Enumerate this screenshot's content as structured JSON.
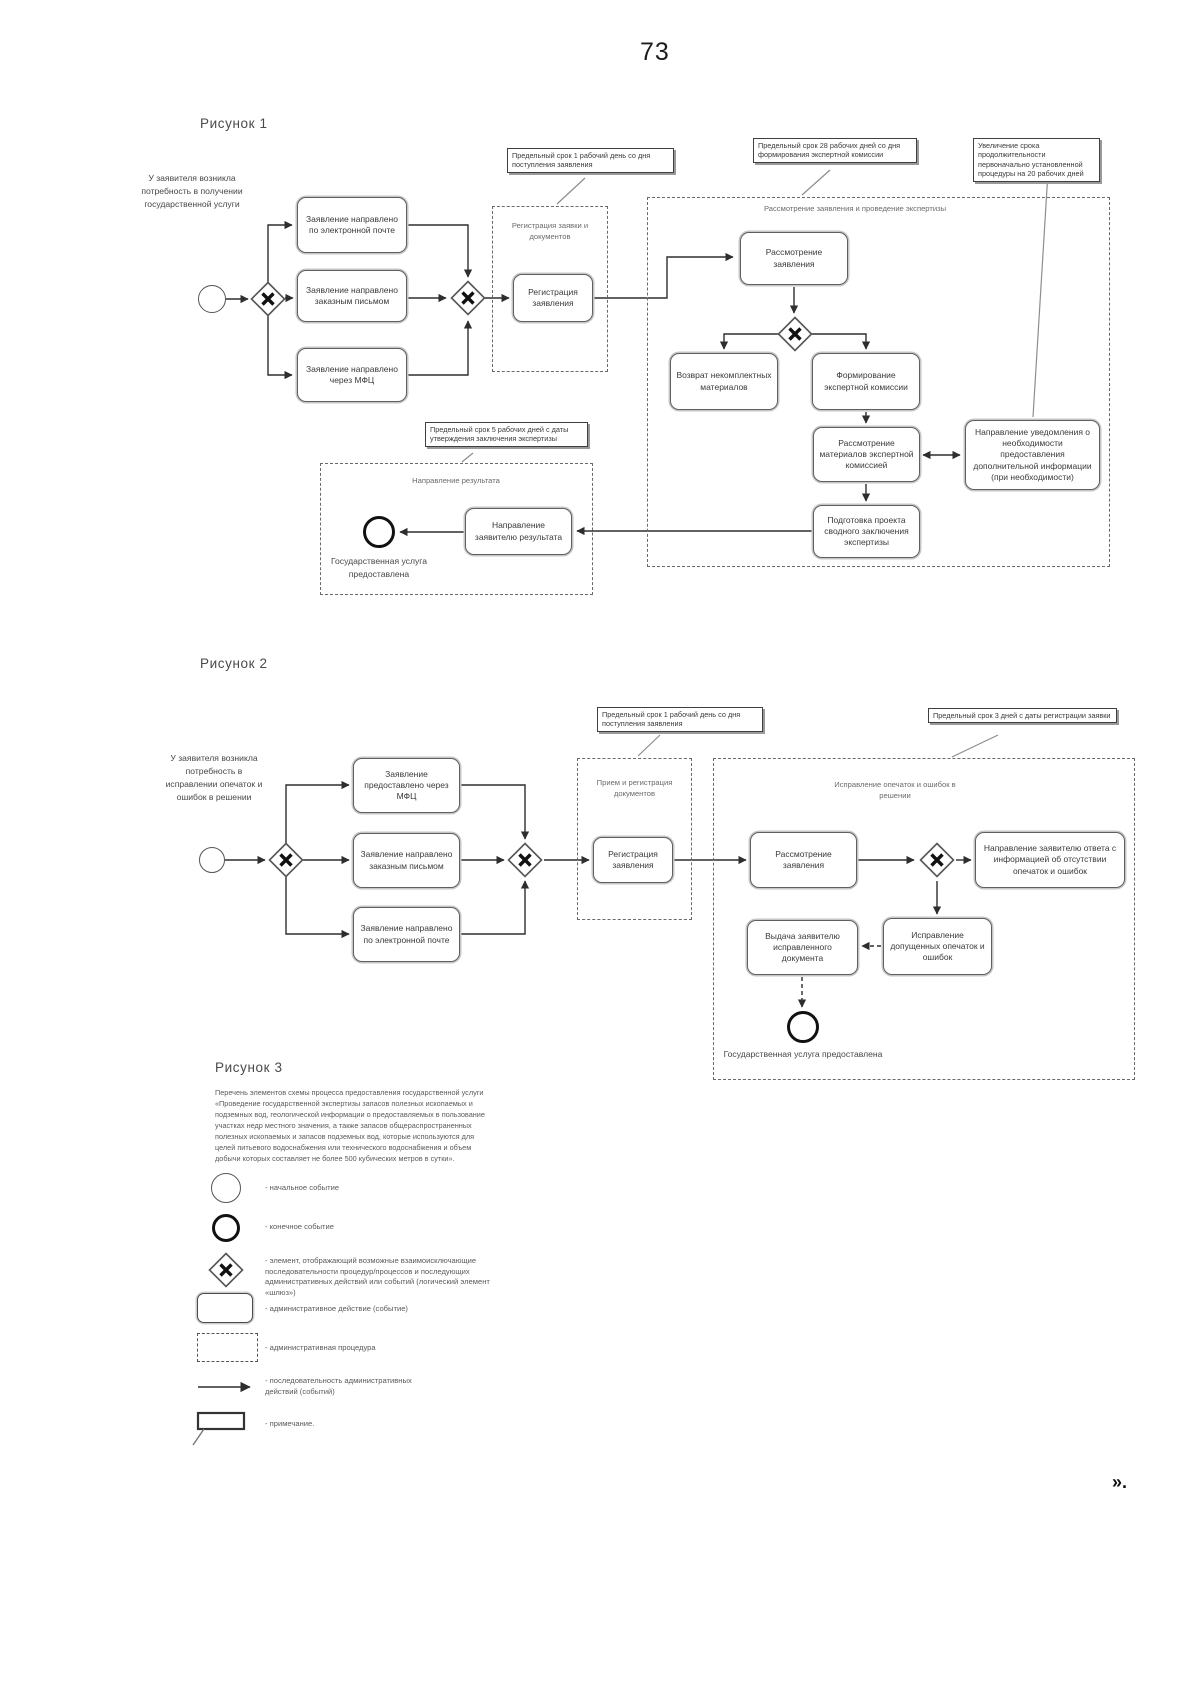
{
  "page": {
    "number": "73",
    "trailing_mark": "»."
  },
  "figure1": {
    "title": "Рисунок 1",
    "actor_note": "У заявителя возникла потребность в получении государственной услуги",
    "tasks": {
      "email": "Заявление направлено по электронной почте",
      "mail": "Заявление направлено заказным письмом",
      "mfc": "Заявление направлено через МФЦ",
      "registration": "Регистрация заявления",
      "review": "Рассмотрение заявления",
      "return_materials": "Возврат некомплектных материалов",
      "form_commission": "Формирование экспертной комиссии",
      "review_materials": "Рассмотрение материалов экспертной комиссией",
      "notice_additional_info": "Направление уведомления о необходимости предоставления дополнительной информации (при необходимости)",
      "draft_conclusion": "Подготовка проекта сводного заключения экспертизы",
      "send_result": "Направление заявителю результата"
    },
    "groups": {
      "registration": "Регистрация заявки и документов",
      "review": "Рассмотрение заявления и проведение экспертизы",
      "result": "Направление результата"
    },
    "callouts": {
      "registration": "Предельный срок 1 рабочий день со дня поступления заявления",
      "commission": "Предельный срок 28 рабочих дней со дня формирования экспертной комиссии",
      "extension": "Увеличение срока продолжительности первоначально установленной процедуры на 20 рабочих дней",
      "result": "Предельный срок 5 рабочих дней с даты утверждения заключения экспертизы"
    },
    "end_note": "Государственная услуга предоставлена"
  },
  "figure2": {
    "title": "Рисунок 2",
    "actor_note": "У заявителя возникла потребность в исправлении опечаток и ошибок в решении",
    "tasks": {
      "mfc": "Заявление предоставлено через МФЦ",
      "mail": "Заявление направлено заказным письмом",
      "email": "Заявление направлено по электронной почте",
      "registration": "Регистрация заявления",
      "review": "Рассмотрение заявления",
      "no_errors_reply": "Направление заявителю ответа с информацией об отсутствии опечаток и ошибок",
      "fix_errors": "Исправление допущенных опечаток и ошибок",
      "issue_document": "Выдача заявителю исправленного документа"
    },
    "groups": {
      "registration": "Прием и регистрация документов",
      "correction": "Исправление опечаток и ошибок в решении"
    },
    "callouts": {
      "registration": "Предельный срок 1 рабочий день со дня поступления заявления",
      "correction": "Предельный срок 3 дней с даты регистрации заявки"
    },
    "end_note": "Государственная услуга предоставлена"
  },
  "figure3": {
    "title": "Рисунок 3",
    "intro": "Перечень элементов схемы процесса предоставления государственной услуги «Проведение государственной экспертизы запасов полезных ископаемых и подземных вод, геологической информации о предоставляемых в пользование участках недр местного значения, а также запасов общераспространенных полезных ископаемых и запасов подземных вод, которые используются для целей питьевого водоснабжения или технического водоснабжения и объем добычи которых составляет не более 500 кубических метров в сутки».",
    "legend": [
      {
        "symbol": "start-event",
        "label": "- начальное событие"
      },
      {
        "symbol": "end-event",
        "label": "- конечное событие"
      },
      {
        "symbol": "xor-gateway",
        "label": "- элемент, отображающий возможные взаимоисключающие последовательности процедур/процессов и последующих административных действий или событий (логический элемент «шлюз»)"
      },
      {
        "symbol": "action",
        "label": "- административное действие (событие)"
      },
      {
        "symbol": "procedure",
        "label": "- административная процедура"
      },
      {
        "symbol": "sequence-flow",
        "label": "- последовательность административных действий (событий)"
      },
      {
        "symbol": "note",
        "label": "- примечание."
      }
    ]
  }
}
